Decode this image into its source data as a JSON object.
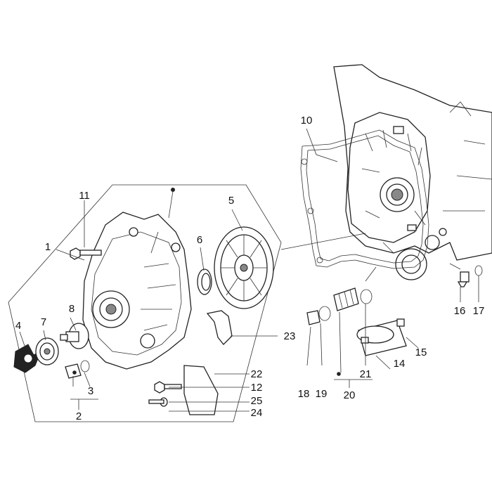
{
  "callouts": {
    "c1": "1",
    "c2": "2",
    "c3": "3",
    "c4": "4",
    "c5": "5",
    "c6": "6",
    "c7": "7",
    "c8": "8",
    "c10": "10",
    "c11": "11",
    "c12": "12",
    "c14": "14",
    "c15": "15",
    "c16": "16",
    "c17": "17",
    "c18": "18",
    "c19": "19",
    "c20": "20",
    "c21": "21",
    "c22": "22",
    "c23": "23",
    "c24": "24",
    "c25": "25"
  }
}
